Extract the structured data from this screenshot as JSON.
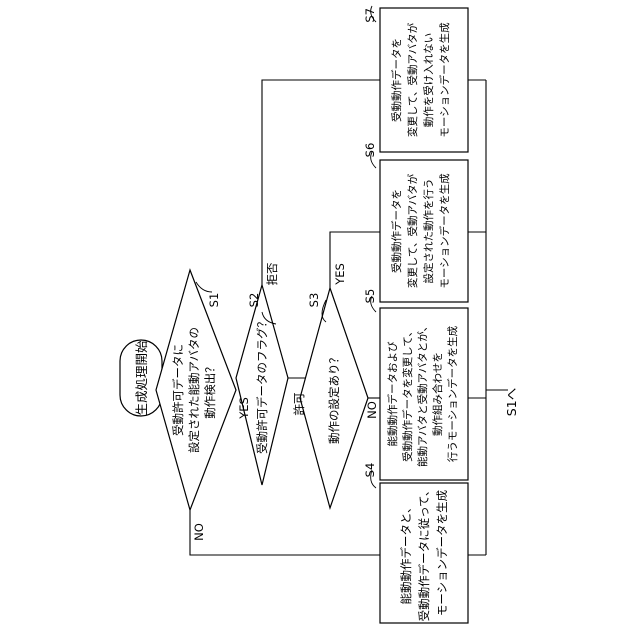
{
  "start": {
    "label": "生成処理開始"
  },
  "steps": {
    "s1": {
      "tag": "S1",
      "lines": [
        "受動許可データに",
        "設定された能動アバタの",
        "動作検出？"
      ]
    },
    "s2": {
      "tag": "S2",
      "lines": [
        "受動許可データのフラグ？"
      ]
    },
    "s3": {
      "tag": "S3",
      "lines": [
        "動作の設定あり？"
      ]
    },
    "s4": {
      "tag": "S4",
      "lines": [
        "能動動作データと、",
        "受動動作データに従って、",
        "モーションデータを生成"
      ]
    },
    "s5": {
      "tag": "S5",
      "lines": [
        "能動動作データおよび",
        "受動動作データを変更して、",
        "能動アバタと受動アバタとが、",
        "動作組み合わせを",
        "行うモーションデータを生成"
      ]
    },
    "s6": {
      "tag": "S6",
      "lines": [
        "受動動作データを",
        "変更して、受動アバタが",
        "設定された動作を行う",
        "モーションデータを生成"
      ]
    },
    "s7": {
      "tag": "S7",
      "lines": [
        "受動動作データを",
        "変更して、受動アバタが",
        "動作を受け入れない",
        "モーションデータを生成"
      ]
    }
  },
  "branches": {
    "s1_no": "NO",
    "s1_yes": "YES",
    "s2_kyoka": "許可",
    "s2_kyohi": "拒否",
    "s3_yes": "YES",
    "s3_no": "NO"
  },
  "end": {
    "label": "S1へ"
  }
}
